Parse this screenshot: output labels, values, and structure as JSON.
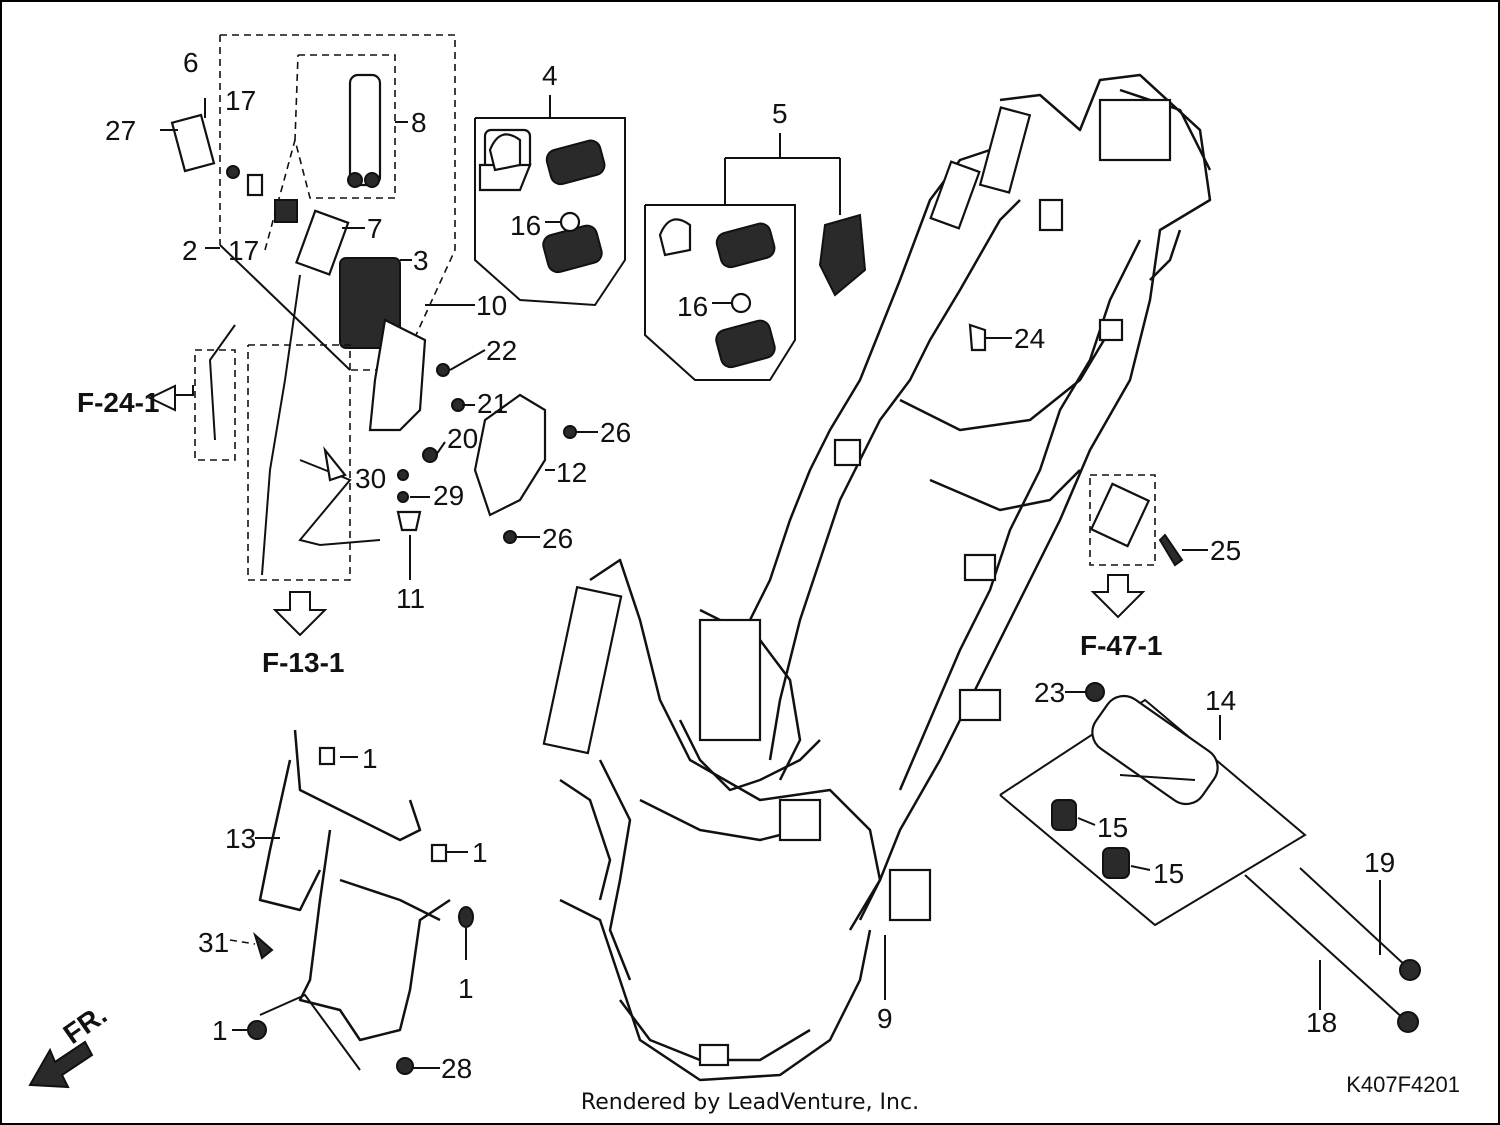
{
  "callouts": {
    "c1a": "1",
    "c1b": "1",
    "c1c": "1",
    "c1d": "1",
    "c2": "2",
    "c3": "3",
    "c4": "4",
    "c5": "5",
    "c6": "6",
    "c7": "7",
    "c8": "8",
    "c9": "9",
    "c10": "10",
    "c11": "11",
    "c12": "12",
    "c13": "13",
    "c14": "14",
    "c15a": "15",
    "c15b": "15",
    "c16a": "16",
    "c16b": "16",
    "c17a": "17",
    "c17b": "17",
    "c18": "18",
    "c19": "19",
    "c20": "20",
    "c21": "21",
    "c22": "22",
    "c23": "23",
    "c24": "24",
    "c25": "25",
    "c26a": "26",
    "c26b": "26",
    "c27": "27",
    "c28": "28",
    "c29": "29",
    "c30": "30",
    "c31": "31"
  },
  "references": {
    "f24": "F-24-1",
    "f13": "F-13-1",
    "f47": "F-47-1"
  },
  "front_marker": "FR.",
  "diagram_code": "K407F4201",
  "credit": "Rendered by LeadVenture, Inc."
}
